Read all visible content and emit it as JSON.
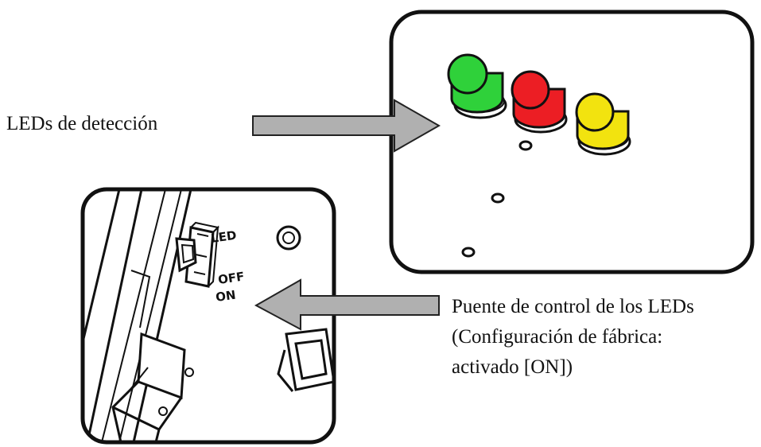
{
  "labels": {
    "detection_leds": "LEDs de detección",
    "jumper_line1": "Puente de control de los LEDs",
    "jumper_line2": "(Configuración de fábrica:",
    "jumper_line3": "activado [ON])"
  },
  "jumper_markings": {
    "led": "LED",
    "off": "OFF",
    "on": "ON"
  },
  "colors": {
    "led_green": "#2fd13a",
    "led_red": "#ec1e24",
    "led_yellow": "#f2e30f",
    "arrow_fill": "#b0b0b0",
    "outline": "#111111"
  }
}
